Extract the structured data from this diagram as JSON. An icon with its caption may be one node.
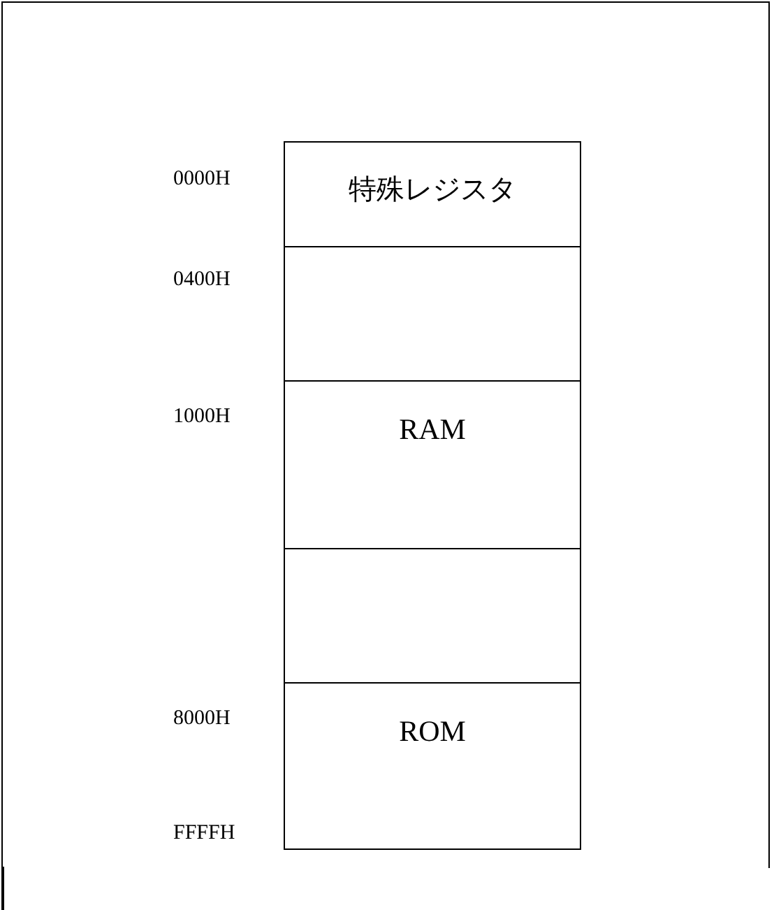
{
  "diagram": {
    "nodes": [
      {
        "text": [
          "特殊レジスタ"
        ]
      },
      {
        "text": [],
        "shape": "box"
      },
      {
        "text": [
          "RAM"
        ]
      },
      {
        "text": [],
        "shape": "box"
      },
      {
        "text": [
          "ROM"
        ]
      }
    ],
    "labels": [
      "0000H",
      "0400H",
      "1000H",
      "8000H",
      "FFFFH"
    ]
  }
}
